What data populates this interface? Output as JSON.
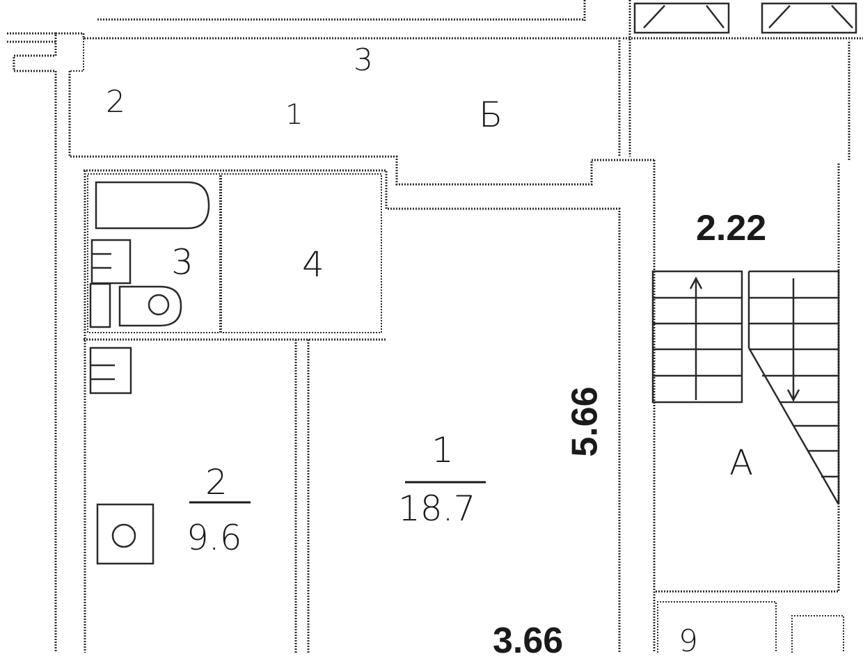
{
  "corridor": {
    "label_2": "2",
    "label_1": "1",
    "label_3": "3",
    "label_b": "Б"
  },
  "bathroom": {
    "number": "3"
  },
  "closet": {
    "number": "4"
  },
  "room_small": {
    "number": "2",
    "area": "9.6"
  },
  "room_large": {
    "number": "1",
    "area": "18.7"
  },
  "stair": {
    "label": "A",
    "width": "2.22"
  },
  "dimensions": {
    "room_length": "5.66",
    "room_width": "3.66"
  },
  "corner_label": "9"
}
